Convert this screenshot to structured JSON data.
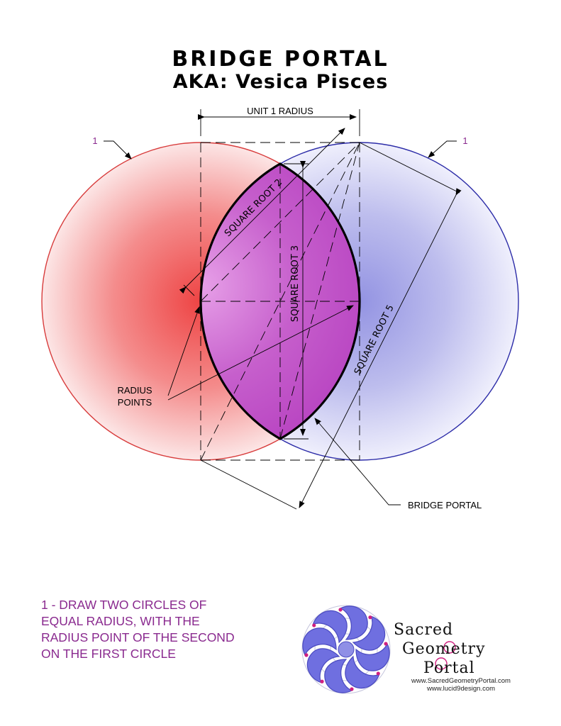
{
  "title": "BRIDGE   PORTAL",
  "subtitle": "AKA: Vesica Pisces",
  "labels": {
    "unit_radius": "UNIT 1 RADIUS",
    "circle_left_marker": "1",
    "circle_right_marker": "1",
    "square_root_2": "SQUARE ROOT 2",
    "square_root_3": "SQUARE ROOT 3",
    "square_root_5": "SQUARE ROOT 5",
    "radius_points_line1": "RADIUS",
    "radius_points_line2": "POINTS",
    "bridge_portal": "BRIDGE PORTAL"
  },
  "instructions": [
    "1 - DRAW TWO CIRCLES OF",
    "EQUAL RADIUS, WITH THE",
    "RADIUS POINT OF THE SECOND",
    "ON THE FIRST CIRCLE"
  ],
  "brand": {
    "line1": "Sacred",
    "line2": "Geometry",
    "line3": "Portal",
    "url1": "www.SacredGeometryPortal.com",
    "url2": "www.lucid9design.com"
  },
  "colors": {
    "left_circle": "#e85050",
    "right_circle": "#3a3ab8",
    "vesica": "#c050c8",
    "instruction_text": "#8a2a8f"
  }
}
